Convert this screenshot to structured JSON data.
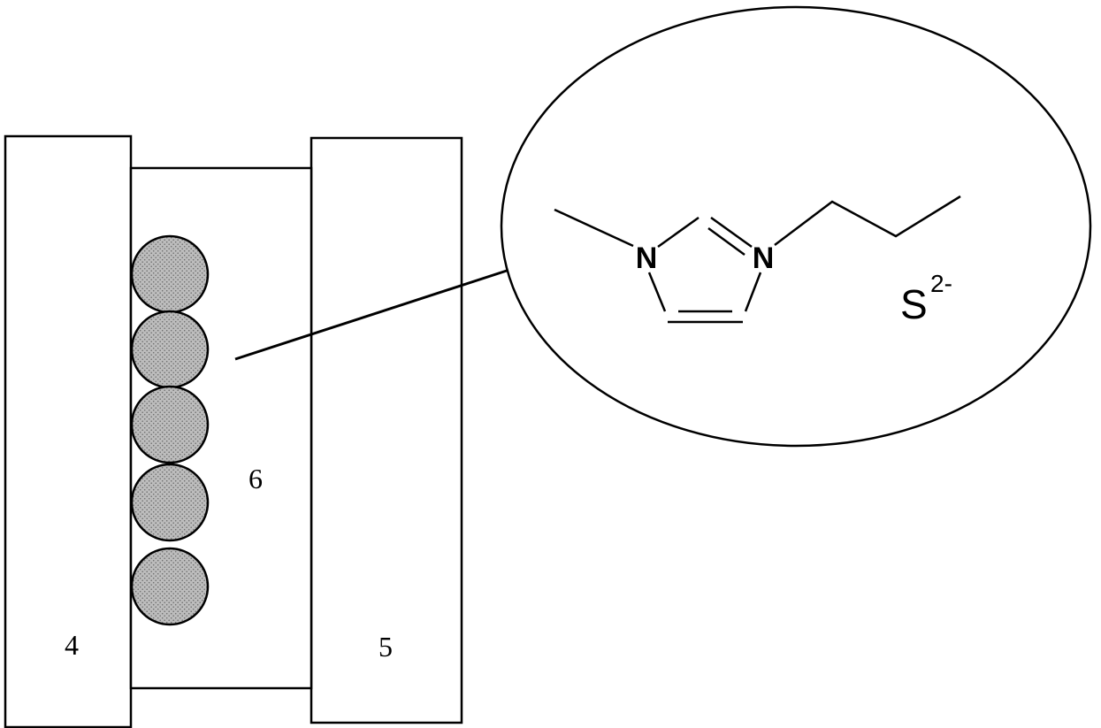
{
  "figure": {
    "labels": {
      "left_plate": "4",
      "right_plate": "5",
      "middle_region": "6"
    },
    "molecule": {
      "nitrogen_left": "N",
      "nitrogen_right": "N",
      "anion_symbol": "S",
      "anion_charge": "2-"
    },
    "colors": {
      "line": "#000000",
      "particle_fill": "#bdbdbd",
      "particle_dot": "#6e6e6e",
      "background": "#ffffff"
    }
  }
}
